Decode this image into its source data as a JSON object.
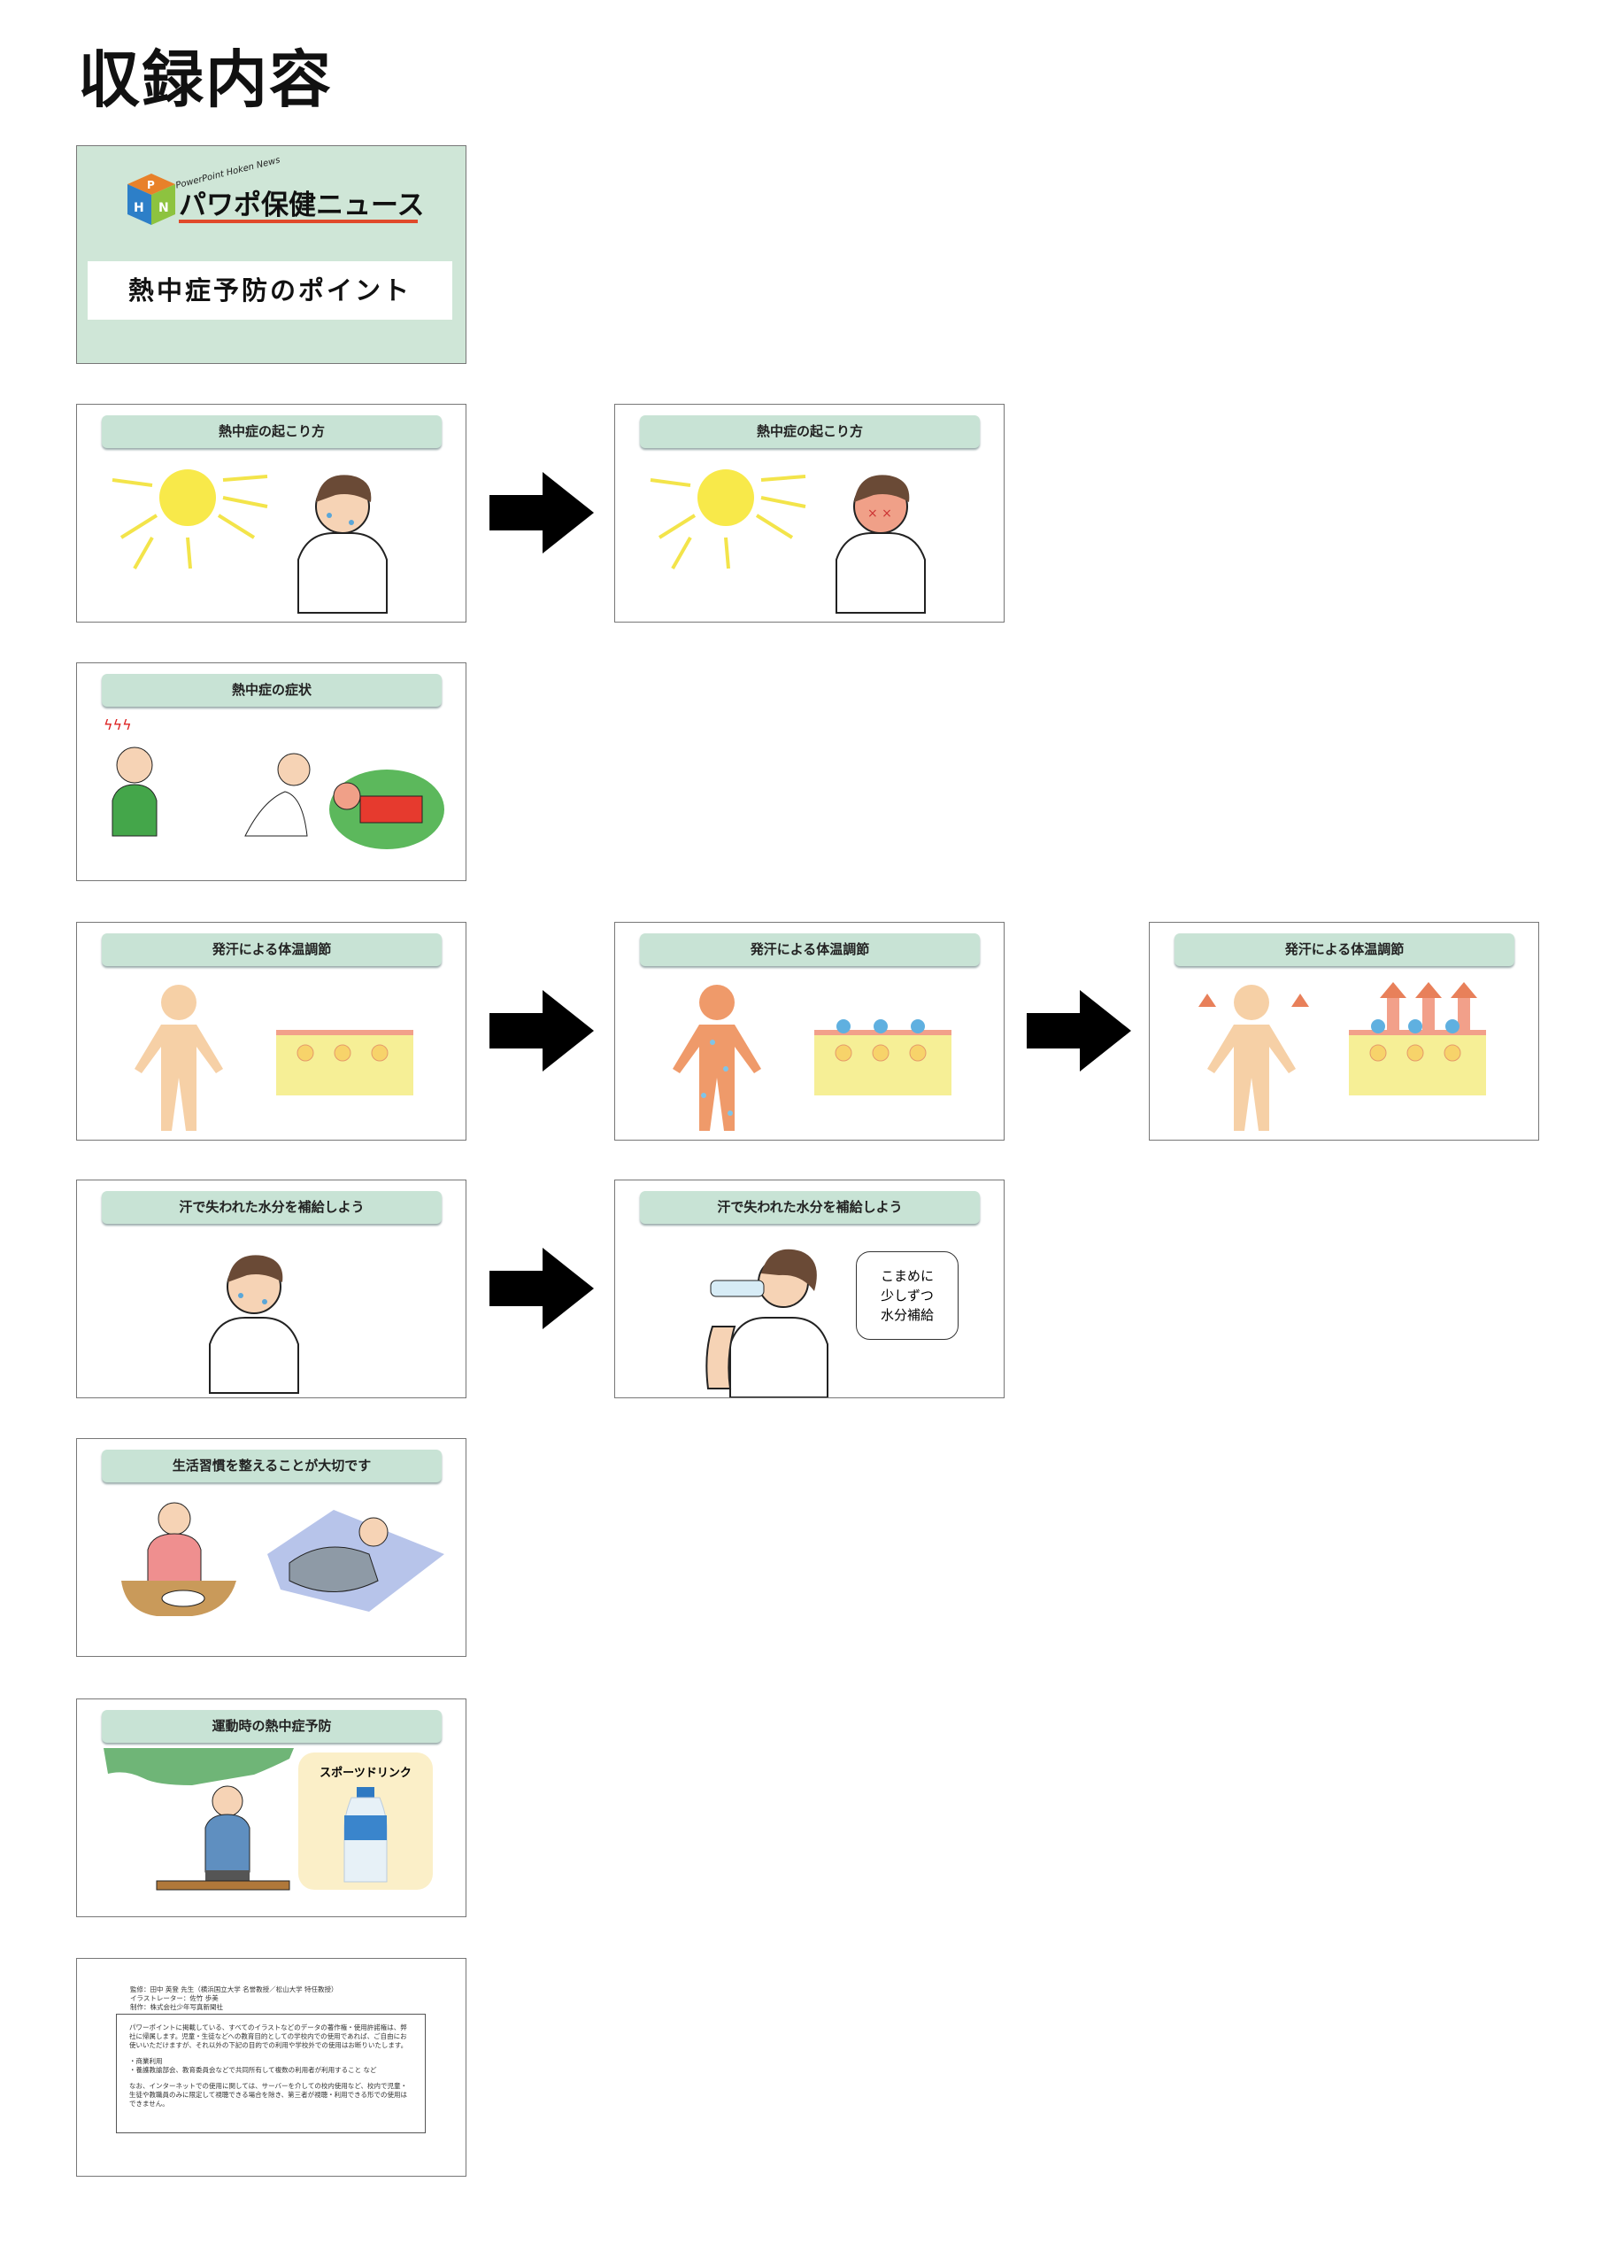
{
  "page_title": "収録内容",
  "cover": {
    "logo_sub": "PowerPoint Hoken News",
    "logo_main": "パワポ保健ニュース",
    "logo_letters": "PHN",
    "title": "熱中症予防のポイント"
  },
  "slides": {
    "onset": "熱中症の起こり方",
    "symptoms": "熱中症の症状",
    "sweat": "発汗による体温調節",
    "water": "汗で失われた水分を補給しよう",
    "water_bubble": [
      "こまめに",
      "少しずつ",
      "水分補給"
    ],
    "habits": "生活習慣を整えることが大切です",
    "sports": "運動時の熱中症予防",
    "sports_drink": "スポーツドリンク"
  },
  "credits": {
    "supervisor": "監修：田中 英登 先生（横浜国立大学 名誉教授／松山大学 特任教授）",
    "illustrator": "イラストレーター：佐竹 歩美",
    "producer": "制作：株式会社少年写真新聞社",
    "notice_p1": "パワーポイントに掲載している、すべてのイラストなどのデータの著作権・使用許諾権は、弊社に帰属します。児童・生徒などへの教育目的としての学校内での使用であれば、ご自由にお使いいただけますが、それ以外の下記の目的での利用や学校外での使用はお断りいたします。",
    "notice_item1": "・商業利用",
    "notice_item2": "・養護教諭部会、教育委員会などで共同所有して複数の利用者が利用すること など",
    "notice_p2": "なお、インターネットでの使用に関しては、サーバーを介しての校内使用など、校内で児童・生徒や教職員のみに限定して視聴できる場合を除き、第三者が視聴・利用できる形での使用はできません。"
  }
}
